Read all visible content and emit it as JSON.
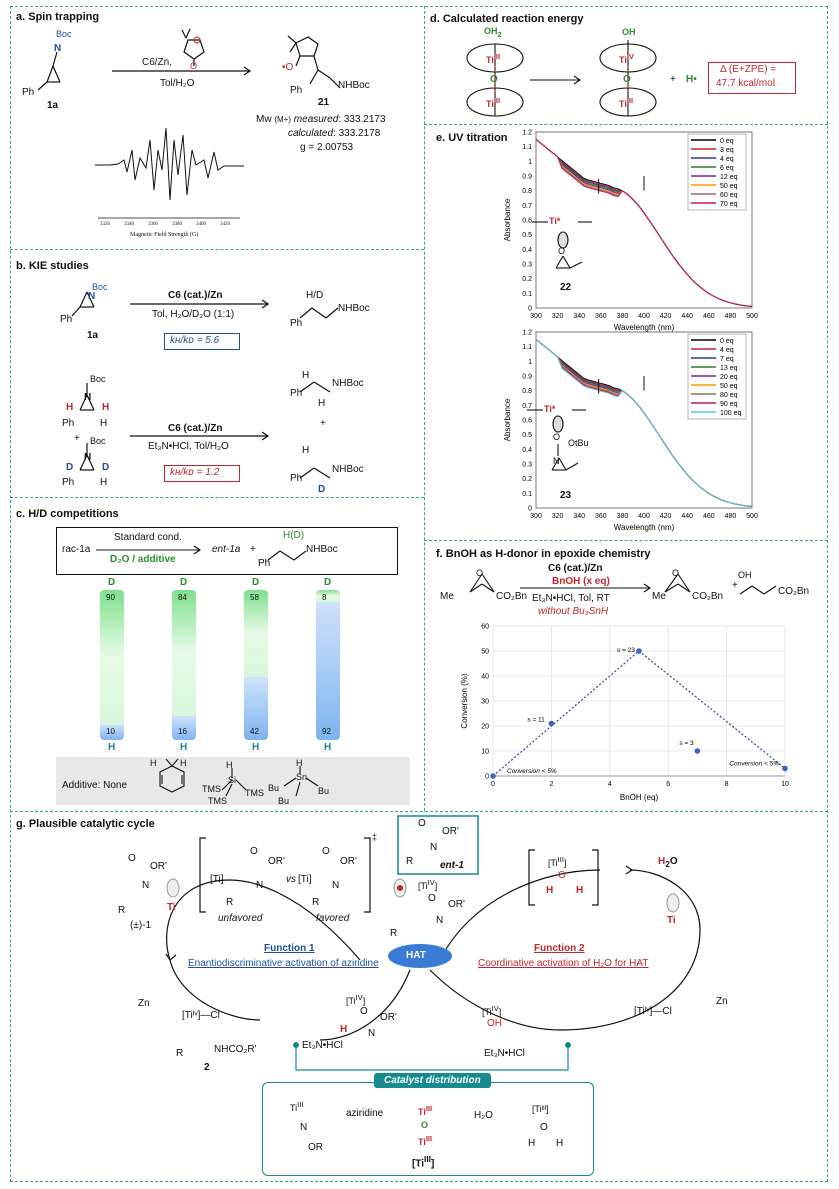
{
  "panels": {
    "a": {
      "title": "a. Spin trapping",
      "substrate_label": "1a",
      "substrate_group": "Boc",
      "reagent_top": "C6/Zn,",
      "reagent_bottom": "Tol/H₂O",
      "product_label": "21",
      "product_group": "NHBoc",
      "mw_prefix": "Mw",
      "mw_sub": "(M+)",
      "mw_measured_label": "measured",
      "mw_measured": ": 333.2173",
      "mw_calculated_label": "calculated",
      "mw_calculated": ": 333.2178",
      "g_value": "g = 2.00753",
      "epr_ticks": [
        "3320",
        "3340",
        "3360",
        "3380",
        "3400",
        "3420"
      ],
      "epr_xlabel": "Magnetic Field Strength (G)"
    },
    "b": {
      "title": "b. KIE studies",
      "label_1a": "1a",
      "cond1_top": "C6 (cat.)/Zn",
      "cond1_bottom": "Tol, H₂O/D₂O (1:1)",
      "kie1": "kʜ/kᴅ = 5.6",
      "product1_top": "H/D",
      "product1_group": "NHBoc",
      "cond2_top": "C6 (cat.)/Zn",
      "cond2_bottom": "Et₃N•HCl, Tol/H₂O",
      "kie2": "kʜ/kᴅ = 1.2",
      "plus": "+",
      "product_nhboc": "NHBoc"
    },
    "c": {
      "title": "c. H/D competitions",
      "scheme_left": "rac-1a",
      "scheme_top": "Standard cond.",
      "scheme_bottom": "D₂O / additive",
      "scheme_right": "ent-1a",
      "scheme_plus": "+",
      "scheme_product": "NHBoc",
      "scheme_hd": "H(D)",
      "d_label": "D",
      "h_label": "H",
      "additive_label": "Additive: None",
      "bars": [
        {
          "d": 90,
          "h": 10
        },
        {
          "d": 84,
          "h": 16
        },
        {
          "d": 58,
          "h": 42
        },
        {
          "d": 8,
          "h": 92
        }
      ],
      "additive_tms": "TMS",
      "additive_si": "Si",
      "additive_sn": "Sn",
      "additive_bu": "Bu"
    },
    "d": {
      "title": "d. Calculated reaction energy",
      "energy_line1": "Δ (E+ZPE) =",
      "energy_line2": "47.7 kcal/mol",
      "h_radical": "H•",
      "plus": "+"
    },
    "e": {
      "title": "e. UV titration",
      "compound1": "22",
      "compound2": "23",
      "ti_label": "Ti*"
    },
    "f": {
      "title": "f. BnOH as H-donor in epoxide chemistry",
      "cond_top1": "C6 (cat.)/Zn",
      "cond_top2": "BnOH (x eq)",
      "cond_bottom1": "Et₃N•HCl, Tol, RT",
      "cond_bottom2": "without Bu₃SnH",
      "sm_me": "Me",
      "sm_ester": "CO₂Bn",
      "p1_me": "Me",
      "p1_ester": "CO₂Bn",
      "p2_oh": "OH",
      "p2_ester": "CO₂Bn",
      "plus": "+"
    },
    "g": {
      "title": "g. Plausible catalytic cycle",
      "func1_title": "Function 1",
      "func1_desc": "Enantiodiscriminative activation of aziridine",
      "func2_title": "Function 2",
      "func2_desc": "Coordinative activation of H₂O for HAT",
      "hat": "HAT",
      "racemic_label": "(±)-1",
      "ent_label": "ent-1",
      "unfavored": "unfavored",
      "favored": "favored",
      "vs": "vs",
      "water": "H₂O",
      "zn": "Zn",
      "ti_cl": "[Tiᴵᵛ]—Cl",
      "product_label": "2",
      "product_formula": "NHCO₂R'",
      "et3n": "Et₃N•HCl",
      "catalyst_distribution": "Catalyst distribution",
      "aziridine": "aziridine",
      "h2o_eq": "H₂O",
      "tiiii_bracket": "[Tiᴵᴵᴵ]",
      "ti_label": "Ti",
      "or_prime": "OR'",
      "r_label": "R"
    }
  },
  "chart_data": [
    {
      "type": "line",
      "title": "",
      "xlabel": "Wavelength (nm)",
      "ylabel": "Absorbance",
      "xlim": [
        300,
        500
      ],
      "ylim": [
        0,
        1.2
      ],
      "xticks": [
        300,
        320,
        340,
        360,
        380,
        400,
        420,
        440,
        460,
        480,
        500
      ],
      "yticks": [
        0,
        0.1,
        0.2,
        0.3,
        0.4,
        0.5,
        0.6,
        0.7,
        0.8,
        0.9,
        1,
        1.1,
        1.2
      ],
      "legend_position": "top-right",
      "series": [
        {
          "name": "0 eq",
          "color": "#000000"
        },
        {
          "name": "3 eq",
          "color": "#c0282d"
        },
        {
          "name": "4 eq",
          "color": "#2b3a9a"
        },
        {
          "name": "6 eq",
          "color": "#2e7d32"
        },
        {
          "name": "12 eq",
          "color": "#7b1fa2"
        },
        {
          "name": "50 eq",
          "color": "#ff9800"
        },
        {
          "name": "60 eq",
          "color": "#8d6e63"
        },
        {
          "name": "70 eq",
          "color": "#c2185b"
        }
      ]
    },
    {
      "type": "line",
      "title": "",
      "xlabel": "Wavelength (nm)",
      "ylabel": "Absorbance",
      "xlim": [
        300,
        500
      ],
      "ylim": [
        0,
        1.2
      ],
      "xticks": [
        300,
        320,
        340,
        360,
        380,
        400,
        420,
        440,
        460,
        480,
        500
      ],
      "yticks": [
        0,
        0.1,
        0.2,
        0.3,
        0.4,
        0.5,
        0.6,
        0.7,
        0.8,
        0.9,
        1,
        1.1,
        1.2
      ],
      "legend_position": "top-right",
      "series": [
        {
          "name": "0 eq",
          "color": "#000000"
        },
        {
          "name": "4 eq",
          "color": "#c0282d"
        },
        {
          "name": "7 eq",
          "color": "#2b3a9a"
        },
        {
          "name": "13 eq",
          "color": "#2e7d32"
        },
        {
          "name": "20 eq",
          "color": "#7b1fa2"
        },
        {
          "name": "50 eq",
          "color": "#ff9800"
        },
        {
          "name": "80 eq",
          "color": "#8d6e63"
        },
        {
          "name": "90 eq",
          "color": "#c2185b"
        },
        {
          "name": "100 eq",
          "color": "#4dd0e1"
        }
      ]
    },
    {
      "type": "scatter",
      "title": "",
      "xlabel": "BnOH (eq)",
      "ylabel": "Conversion (%)",
      "xlim": [
        0,
        10
      ],
      "ylim": [
        0,
        60
      ],
      "xticks": [
        0,
        2,
        4,
        6,
        8,
        10
      ],
      "yticks": [
        0,
        10,
        20,
        30,
        40,
        50,
        60
      ],
      "points": [
        {
          "x": 0,
          "y": 0,
          "label": "Conversion < 5%"
        },
        {
          "x": 2,
          "y": 21,
          "label": "s = 11"
        },
        {
          "x": 5,
          "y": 50,
          "label": "s = 23"
        },
        {
          "x": 7,
          "y": 10,
          "label": "s = 3"
        },
        {
          "x": 10,
          "y": 3,
          "label": "Conversion < 5%"
        }
      ],
      "trendline_x": [
        0,
        5,
        10
      ],
      "trendline_y": [
        0,
        50,
        3
      ],
      "grid": true
    }
  ]
}
